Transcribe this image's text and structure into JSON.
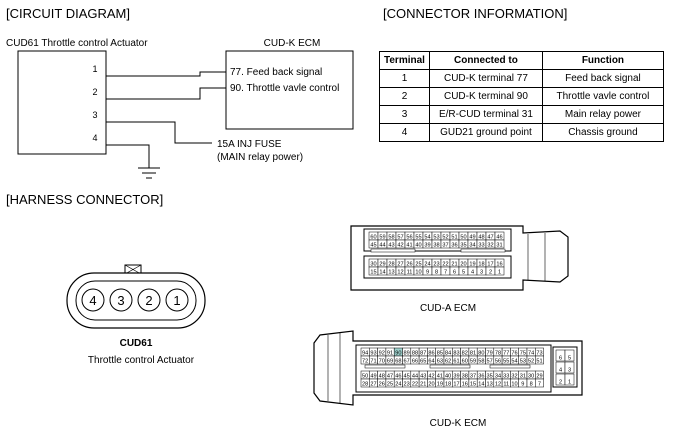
{
  "sections": {
    "circuit": "[CIRCUIT DIAGRAM]",
    "connector_info": "[CONNECTOR INFORMATION]",
    "harness": "[HARNESS CONNECTOR]"
  },
  "circuit": {
    "actuator_label": "CUD61 Throttle control Actuator",
    "ecm_label": "CUD-K ECM",
    "pins": [
      "1",
      "2",
      "3",
      "4"
    ],
    "ecm_signals": [
      "77. Feed back signal",
      "90. Throttle vavle control"
    ],
    "fuse_line1": "15A INJ FUSE",
    "fuse_line2": "(MAIN relay power)"
  },
  "connector_table": {
    "headers": [
      "Terminal",
      "Connected to",
      "Function"
    ],
    "rows": [
      [
        "1",
        "CUD-K terminal 77",
        "Feed back signal"
      ],
      [
        "2",
        "CUD-K terminal 90",
        "Throttle vavle control"
      ],
      [
        "3",
        "E/R-CUD terminal 31",
        "Main relay power"
      ],
      [
        "4",
        "GUD21 ground point",
        "Chassis ground"
      ]
    ]
  },
  "harness": {
    "cud61_pins": [
      "4",
      "3",
      "2",
      "1"
    ],
    "cud61_name": "CUD61",
    "cud61_desc": "Throttle control Actuator",
    "cud_a_label": "CUD-A ECM",
    "cud_a_rows": [
      [
        "60",
        "59",
        "58",
        "57",
        "56",
        "55",
        "54",
        "53",
        "52",
        "51",
        "50",
        "49",
        "48",
        "47",
        "46"
      ],
      [
        "45",
        "44",
        "43",
        "42",
        "41",
        "40",
        "39",
        "38",
        "37",
        "36",
        "35",
        "34",
        "33",
        "32",
        "31"
      ],
      [
        "30",
        "29",
        "28",
        "27",
        "26",
        "25",
        "24",
        "23",
        "22",
        "21",
        "20",
        "19",
        "18",
        "17",
        "16"
      ],
      [
        "15",
        "14",
        "13",
        "12",
        "11",
        "10",
        "9",
        "8",
        "7",
        "6",
        "5",
        "4",
        "3",
        "2",
        "1"
      ]
    ],
    "cud_k_label": "CUD-K ECM",
    "cud_k_rows": [
      [
        "94",
        "93",
        "92",
        "91",
        "90",
        "89",
        "88",
        "87",
        "86",
        "85",
        "84",
        "83",
        "82",
        "81",
        "80",
        "79",
        "78",
        "77",
        "76",
        "75",
        "74",
        "73"
      ],
      [
        "72",
        "71",
        "70",
        "69",
        "68",
        "67",
        "66",
        "65",
        "64",
        "63",
        "62",
        "61",
        "60",
        "59",
        "58",
        "57",
        "56",
        "55",
        "54",
        "53",
        "52",
        "51"
      ],
      [
        "50",
        "49",
        "48",
        "47",
        "46",
        "45",
        "44",
        "43",
        "42",
        "41",
        "40",
        "39",
        "38",
        "37",
        "36",
        "35",
        "34",
        "33",
        "32",
        "31",
        "30",
        "29"
      ],
      [
        "28",
        "27",
        "26",
        "25",
        "24",
        "23",
        "22",
        "21",
        "20",
        "19",
        "18",
        "17",
        "16",
        "15",
        "14",
        "13",
        "12",
        "11",
        "10",
        "9",
        "8",
        "7"
      ]
    ],
    "cud_k_side_pins": [
      [
        "6",
        "5"
      ],
      [
        "4",
        "3"
      ],
      [
        "2",
        "1"
      ]
    ],
    "cud_k_highlight": [
      "90"
    ]
  }
}
